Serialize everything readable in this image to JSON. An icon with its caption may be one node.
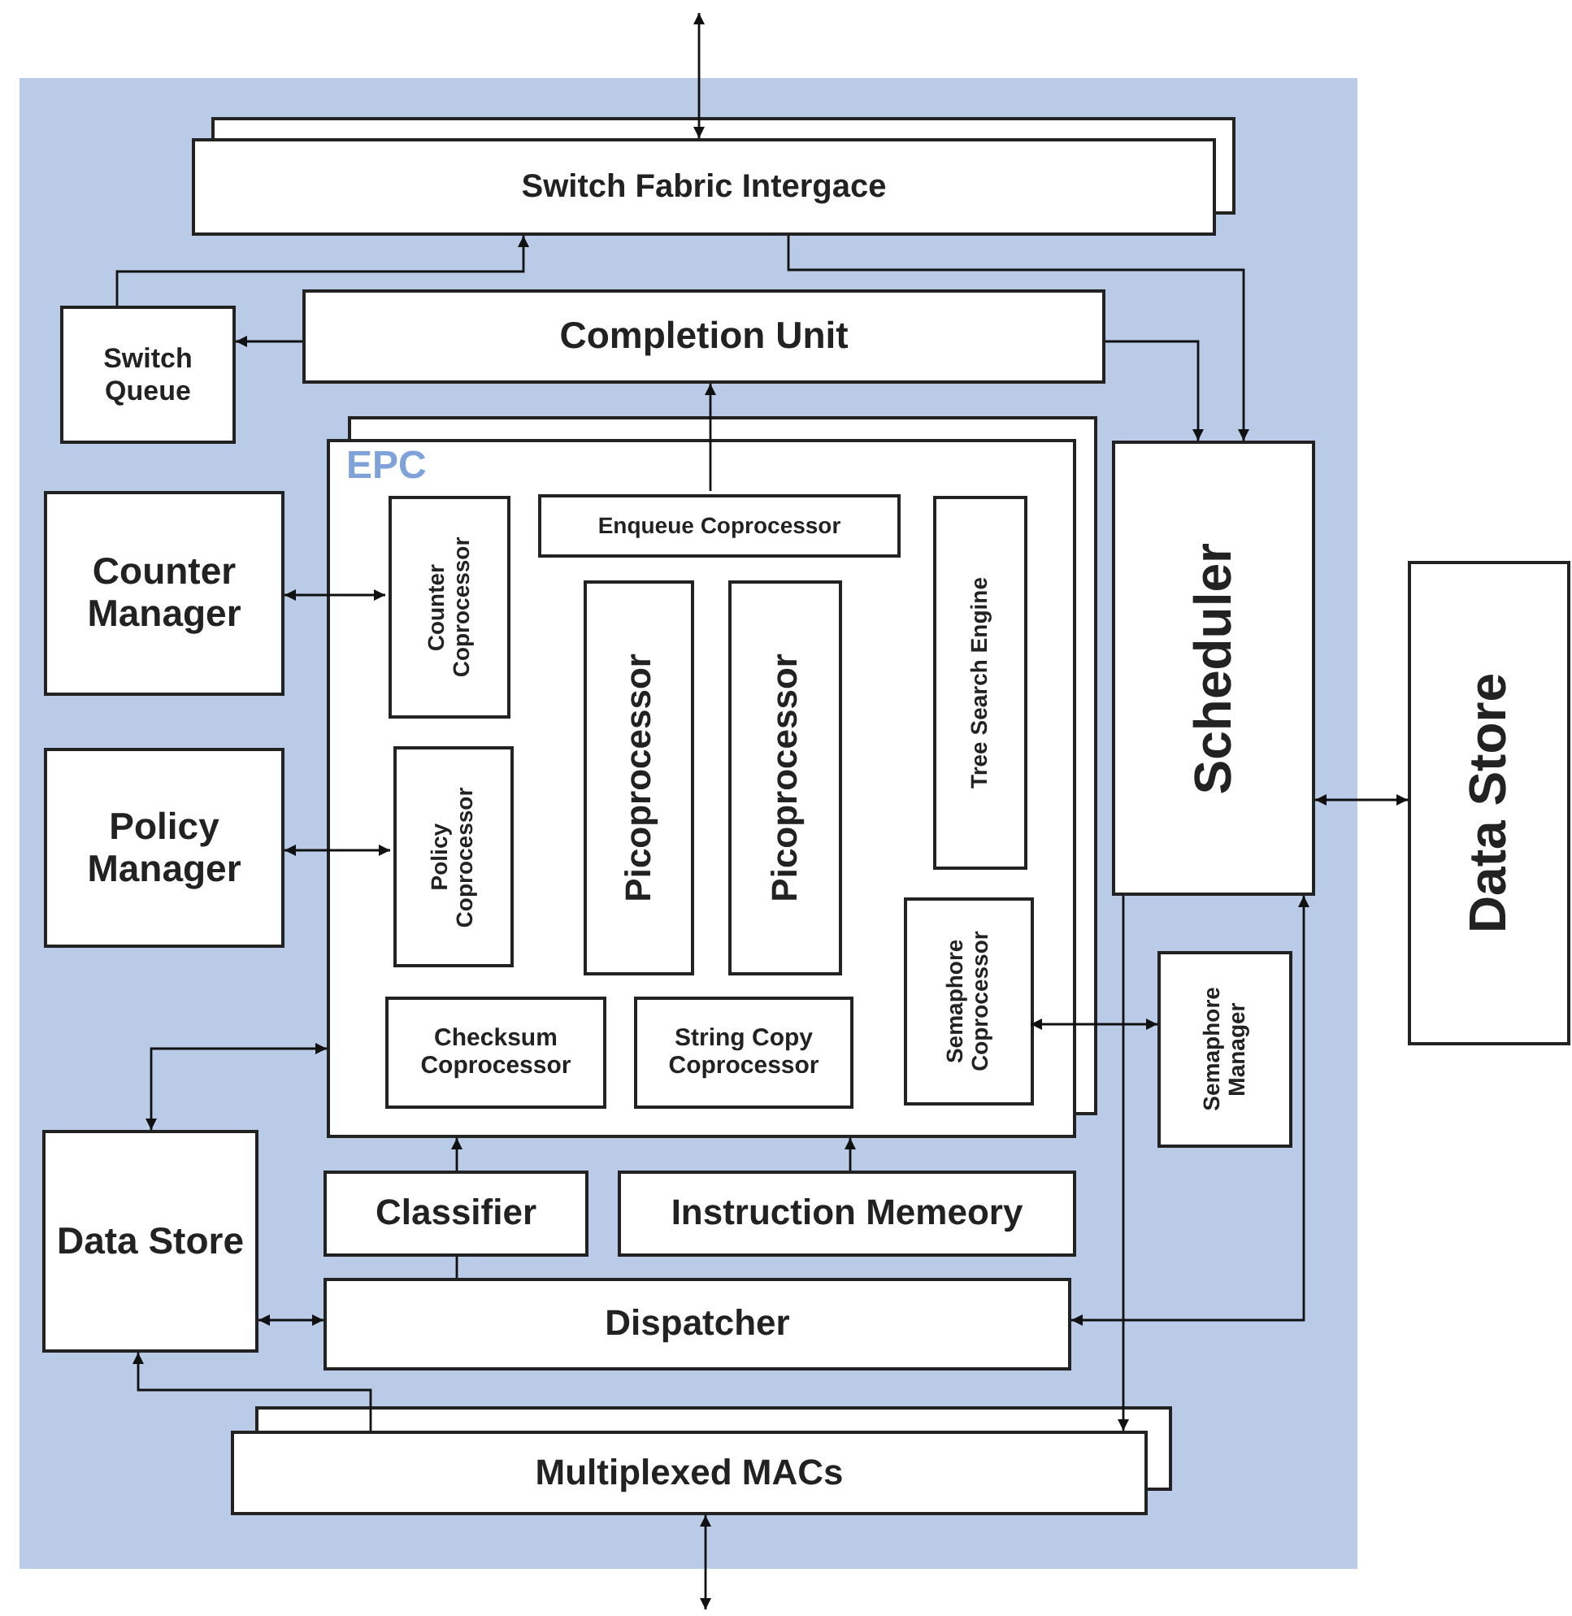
{
  "diagram": {
    "nodes": [
      {
        "text": [
          "Switch Fabric Intergace"
        ]
      },
      {
        "text": [
          "Switch Queue"
        ]
      },
      {
        "text": [
          "Completion Unit"
        ]
      },
      {
        "text": [
          "EPC"
        ]
      },
      {
        "text": [
          "Counter Coprocessor"
        ],
        "in": 3
      },
      {
        "text": [
          "Enqueue Coprocessor"
        ],
        "in": 3
      },
      {
        "text": [
          "Picoprocessor"
        ],
        "in": 3
      },
      {
        "text": [
          "Picoprocessor"
        ],
        "in": 3
      },
      {
        "text": [
          "Tree Search Engine"
        ],
        "in": 3
      },
      {
        "text": [
          "Policy Coprocessor"
        ],
        "in": 3
      },
      {
        "text": [
          "Semaphore Coprocessor"
        ],
        "in": 3
      },
      {
        "text": [
          "Checksum Coprocessor"
        ],
        "in": 3
      },
      {
        "text": [
          "String Copy Coprocessor"
        ],
        "in": 3
      },
      {
        "text": [
          "Counter Manager"
        ]
      },
      {
        "text": [
          "Policy Manager"
        ]
      },
      {
        "text": [
          "Scheduler"
        ]
      },
      {
        "text": [
          "Data Store"
        ]
      },
      {
        "text": [
          "Semaphore Manager"
        ]
      },
      {
        "text": [
          "Data Store"
        ]
      },
      {
        "text": [
          "Classifier"
        ]
      },
      {
        "text": [
          "Instruction Memeory"
        ]
      },
      {
        "text": [
          "Dispatcher"
        ]
      },
      {
        "text": [
          "Multiplexed MACs"
        ]
      }
    ],
    "edges": [
      {
        "from": null,
        "to": 0,
        "arrow": "both"
      },
      {
        "from": 1,
        "to": 0,
        "arrow": "to"
      },
      {
        "from": 2,
        "to": 1,
        "arrow": "to"
      },
      {
        "from": 5,
        "to": 2,
        "arrow": "to"
      },
      {
        "from": 2,
        "to": 15,
        "arrow": "to"
      },
      {
        "from": 0,
        "to": 15,
        "arrow": "to"
      },
      {
        "from": 13,
        "to": 4,
        "arrow": "both"
      },
      {
        "from": 14,
        "to": 9,
        "arrow": "both"
      },
      {
        "from": 15,
        "to": 16,
        "arrow": "both"
      },
      {
        "from": 10,
        "to": 17,
        "arrow": "both"
      },
      {
        "from": 18,
        "to": 3,
        "arrow": "both"
      },
      {
        "from": 19,
        "to": 3,
        "arrow": "to"
      },
      {
        "from": 20,
        "to": 3,
        "arrow": "to"
      },
      {
        "from": 18,
        "to": 21,
        "arrow": "both"
      },
      {
        "from": 22,
        "to": 18,
        "arrow": "to"
      },
      {
        "from": 21,
        "to": 19,
        "arrow": "none"
      },
      {
        "from": 15,
        "to": 22,
        "arrow": "to"
      },
      {
        "from": 21,
        "to": 15,
        "arrow": "both"
      },
      {
        "from": 22,
        "to": null,
        "arrow": "both"
      }
    ]
  }
}
